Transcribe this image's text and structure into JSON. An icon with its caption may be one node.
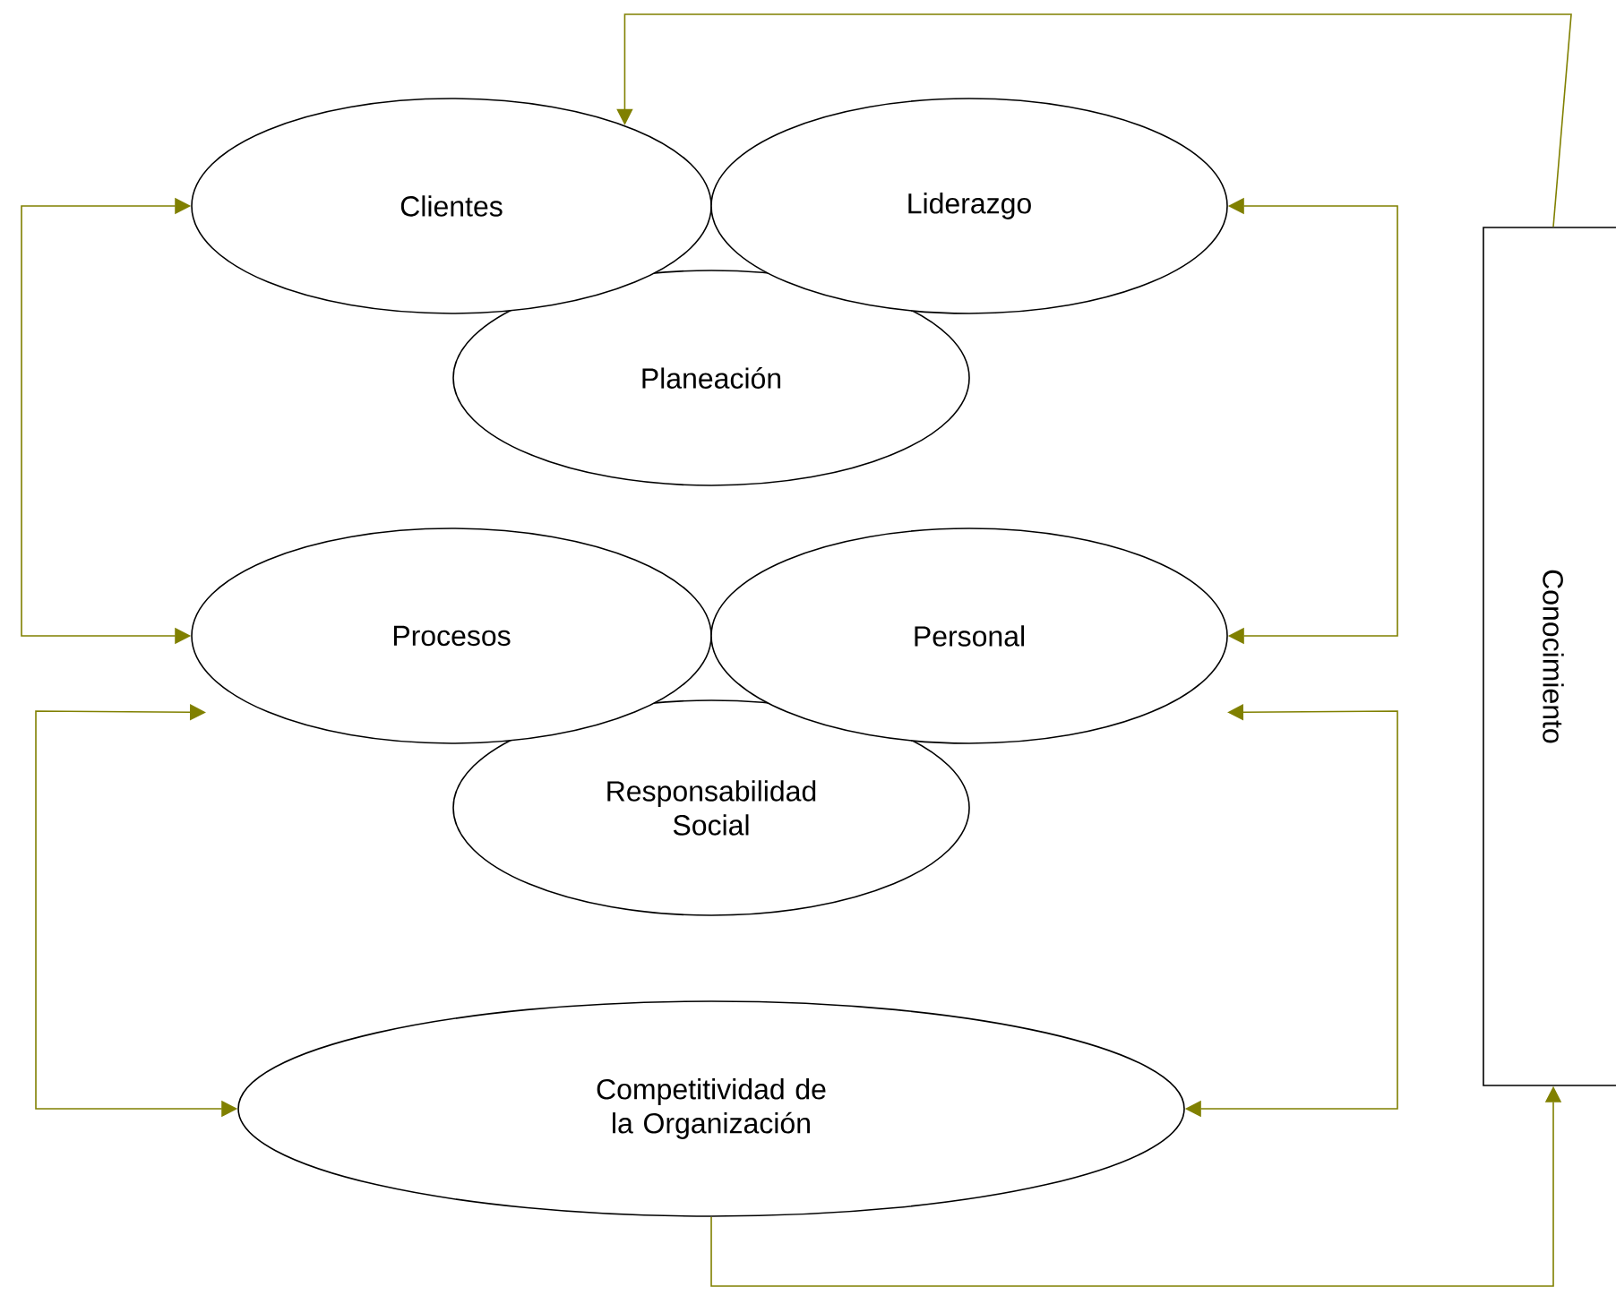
{
  "diagram": {
    "nodes": [
      {
        "text": [
          "Clientes"
        ]
      },
      {
        "text": [
          "Liderazgo"
        ]
      },
      {
        "text": [
          "Planeación"
        ]
      },
      {
        "text": [
          "Procesos"
        ]
      },
      {
        "text": [
          "Personal"
        ]
      },
      {
        "text": [
          "Responsabilidad Social"
        ]
      },
      {
        "text": [
          "Competitividad de la Organización"
        ]
      },
      {
        "text": [
          "Conocimiento"
        ]
      }
    ],
    "edges": [
      {
        "from": 7,
        "to": 0,
        "arrow": "to"
      },
      {
        "from": 0,
        "to": 3,
        "arrow": "both"
      },
      {
        "from": 1,
        "to": 4,
        "arrow": "both"
      },
      {
        "from": 3,
        "to": 6,
        "arrow": "both"
      },
      {
        "from": 4,
        "to": 6,
        "arrow": "both"
      },
      {
        "from": 6,
        "to": 7,
        "arrow": "to"
      }
    ]
  }
}
